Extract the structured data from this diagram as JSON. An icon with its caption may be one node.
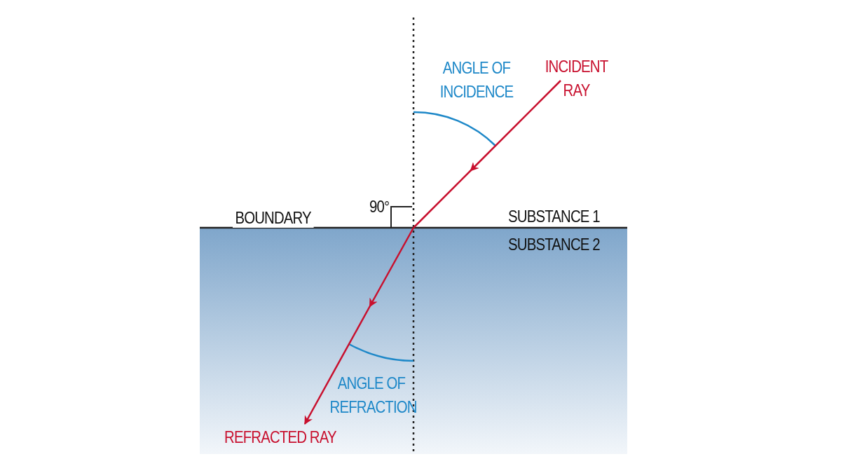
{
  "diagram": {
    "labels": [
      "ANGLE OF INCIDENCE",
      "INCIDENT RAY",
      "90°",
      "BOUNDARY",
      "SUBSTANCE 1",
      "SUBSTANCE 2",
      "ANGLE OF REFRACTION",
      "REFRACTED RAY"
    ]
  }
}
